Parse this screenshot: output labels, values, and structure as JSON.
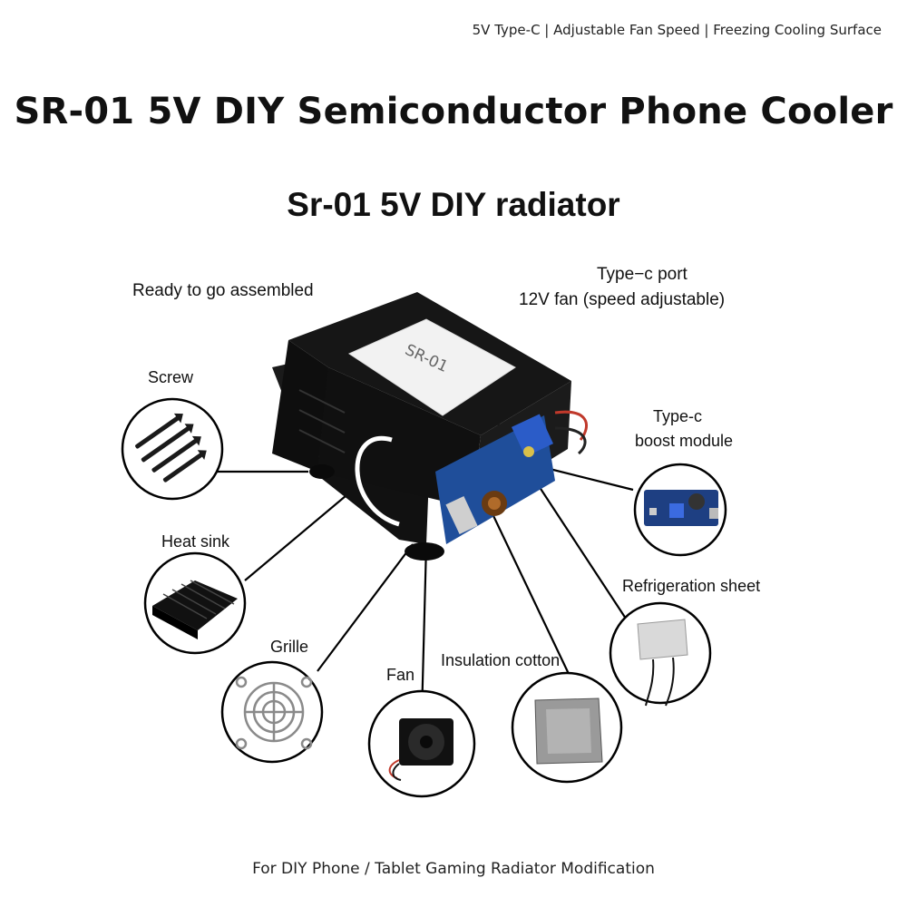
{
  "header": {
    "tagline": "5V Type-C | Adjustable Fan Speed | Freezing Cooling Surface",
    "title": "SR-01 5V DIY Semiconductor Phone Cooler"
  },
  "product": {
    "heading": "Sr-01 5V DIY radiator",
    "plate_text": "SR-01"
  },
  "callouts": {
    "assembled": "Ready to go assembled",
    "port_line1": "Type−c port",
    "port_line2": "12V fan (speed adjustable)",
    "screw": "Screw",
    "boost_line1": "Type-c",
    "boost_line2": "boost module",
    "heat_sink": "Heat sink",
    "refrigeration": "Refrigeration sheet",
    "grille": "Grille",
    "fan": "Fan",
    "insulation": "Insulation cotton"
  },
  "footer": {
    "text": "For DIY Phone / Tablet Gaming Radiator Modification"
  },
  "colors": {
    "body": "#151515",
    "plate": "#f2f2f2",
    "pcb": "#1f4e9a",
    "potentiometer": "#2b5cc8",
    "line": "#000000"
  }
}
